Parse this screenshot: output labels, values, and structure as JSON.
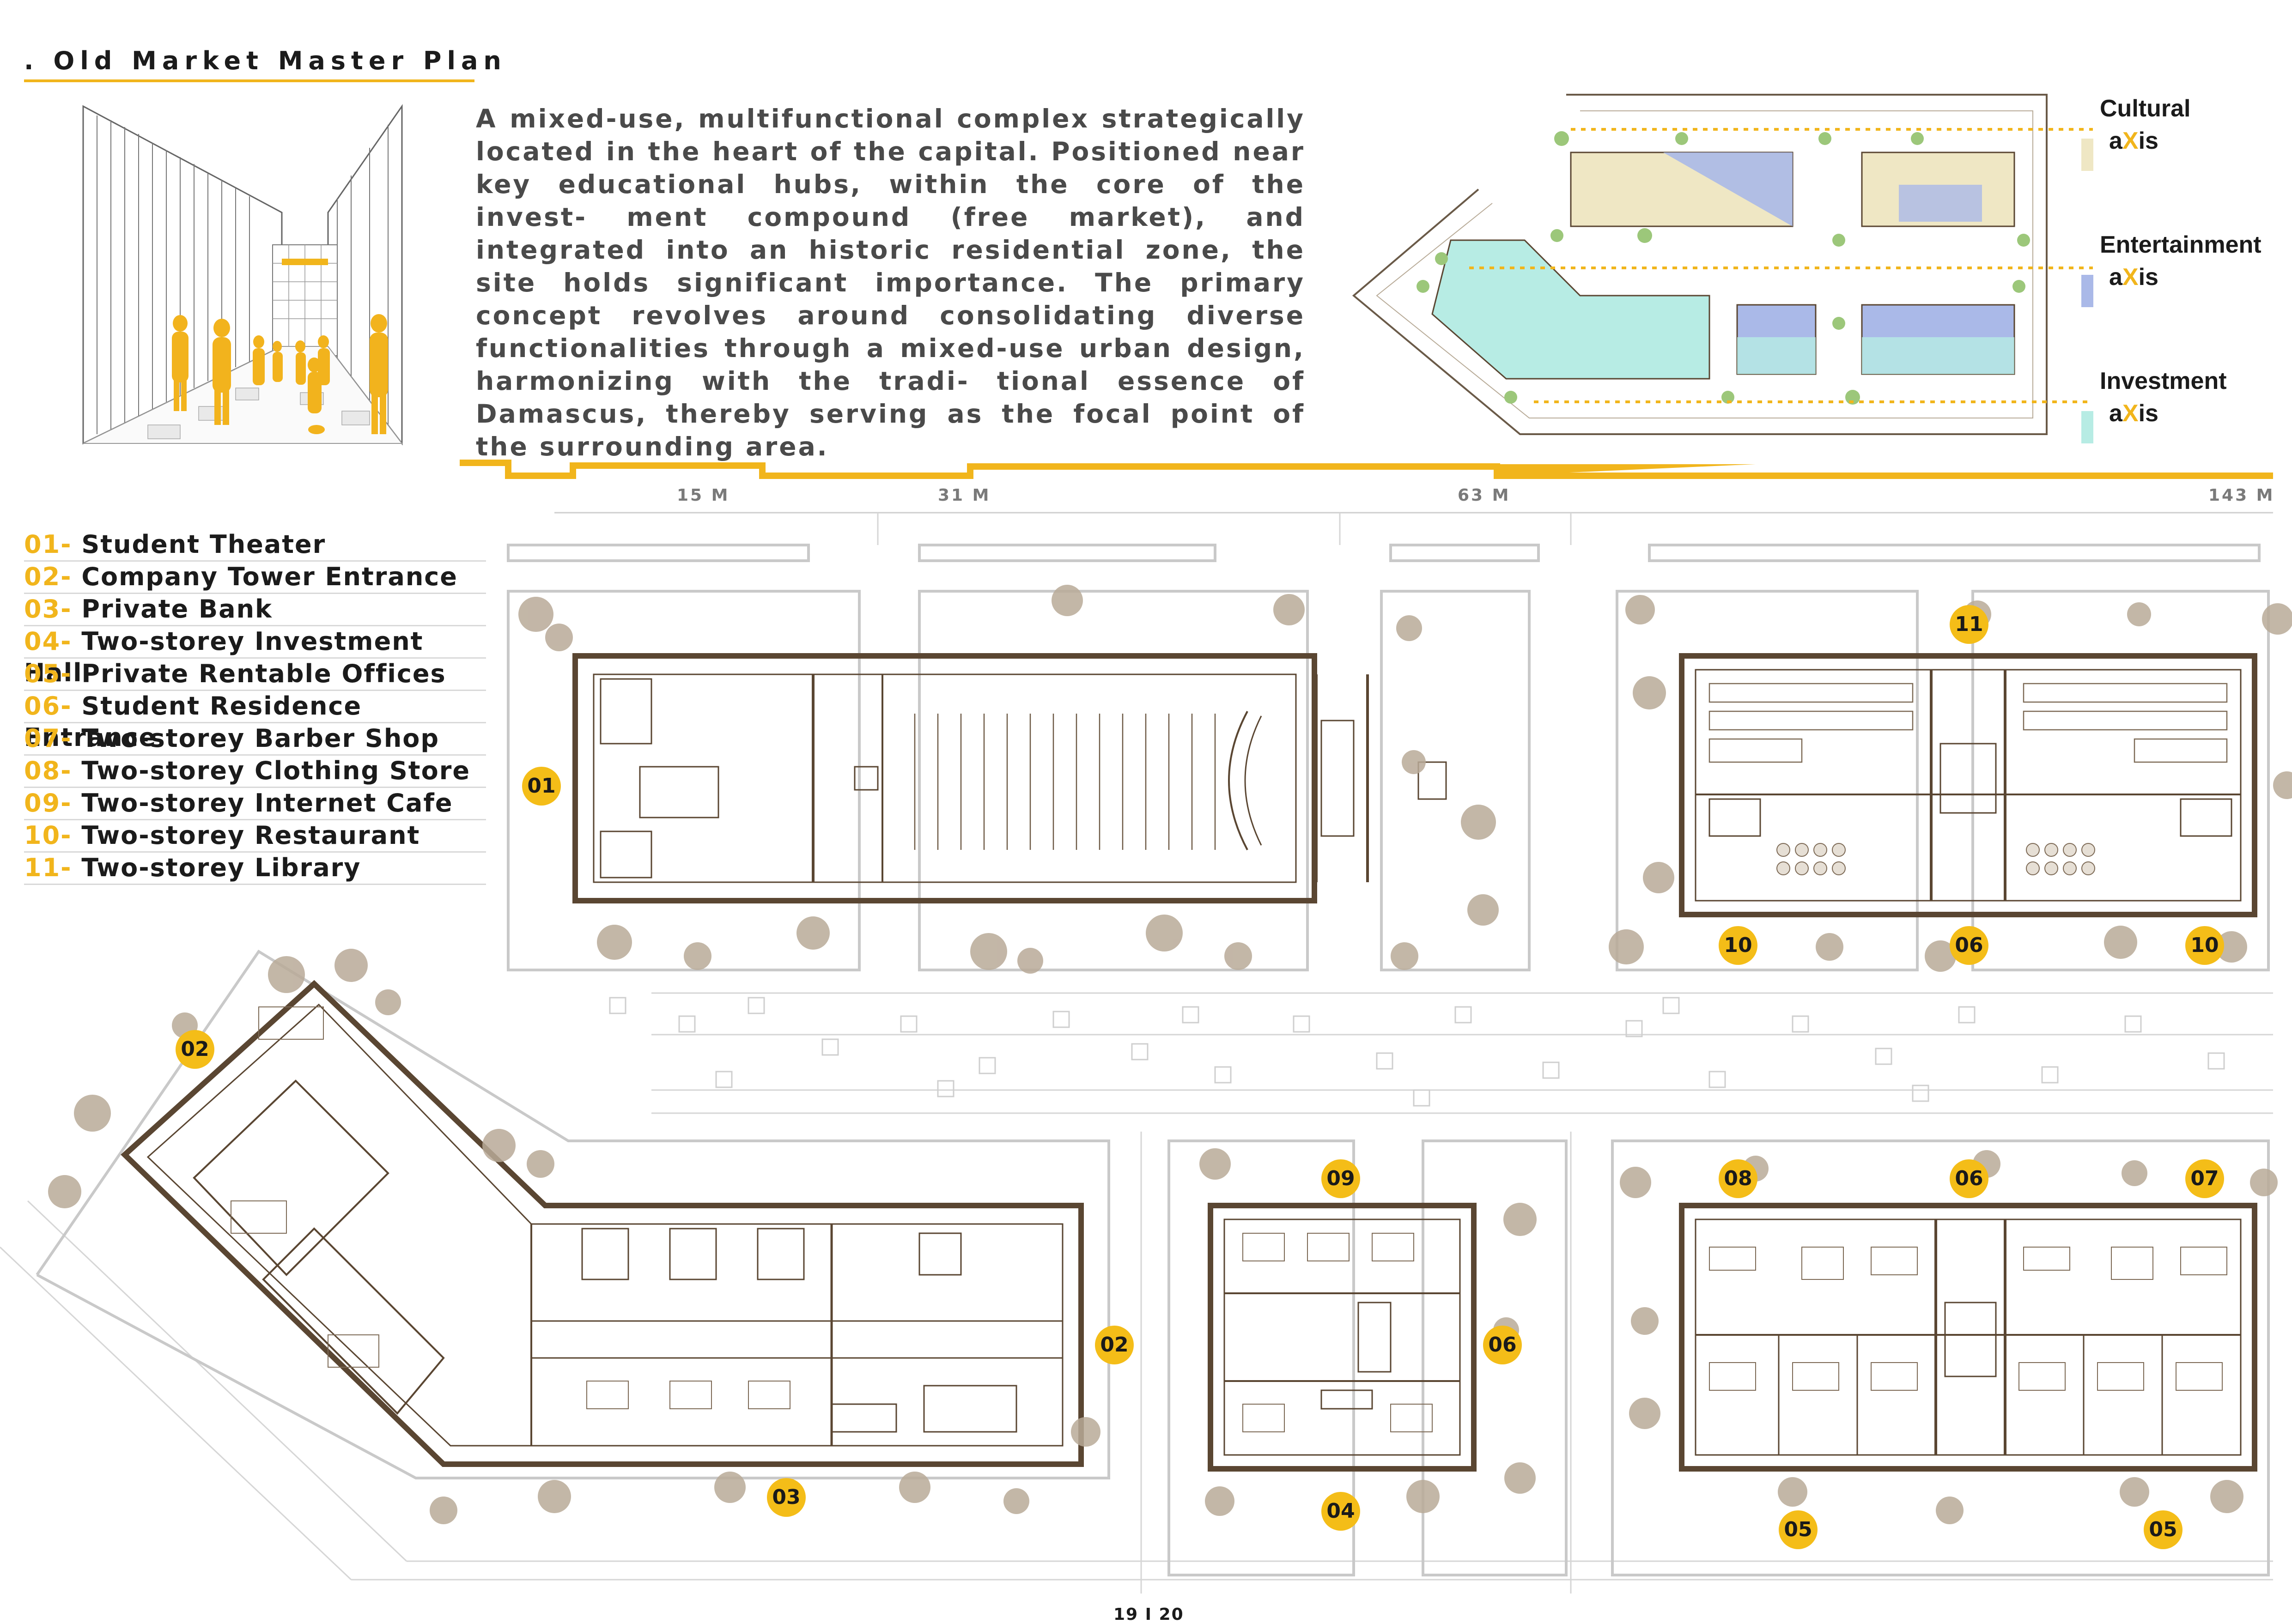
{
  "header": {
    "title": ". Old Market Master Plan",
    "description": "A mixed-use, multifunctional complex strategically located in the heart of the capital. Positioned near key educational hubs, within the core of the invest- ment compound (free market), and integrated into an historic residential zone, the site holds significant importance. The primary concept revolves around consolidating diverse functionalities through a mixed-use urban design, harmonizing with the tradi- tional essence of Damascus, thereby serving as the focal point of the surrounding area."
  },
  "axes_legend": [
    {
      "name": "Cultural",
      "suffix_a": "a",
      "suffix_x": "X",
      "suffix_is": "is",
      "color": "#efe7c4"
    },
    {
      "name": "Entertainment",
      "suffix_a": "a",
      "suffix_x": "X",
      "suffix_is": "is",
      "color": "#aab9e8"
    },
    {
      "name": "Investment",
      "suffix_a": "a",
      "suffix_x": "X",
      "suffix_is": "is",
      "color": "#b7ece4"
    }
  ],
  "scale_bar": [
    "15 M",
    "31 M",
    "63 M",
    "143 M"
  ],
  "legend": [
    {
      "num": "01-",
      "label": "Student Theater"
    },
    {
      "num": "02-",
      "label": "Company Tower Entrance"
    },
    {
      "num": "03-",
      "label": "Private Bank"
    },
    {
      "num": "04-",
      "label": "Two-storey Investment Hall"
    },
    {
      "num": "05-",
      "label": "Private Rentable Offices"
    },
    {
      "num": "06-",
      "label": "Student Residence Entrance"
    },
    {
      "num": "07-",
      "label": "Two-storey Barber Shop"
    },
    {
      "num": "08-",
      "label": "Two-storey Clothing Store"
    },
    {
      "num": "09-",
      "label": "Two-storey Internet Cafe"
    },
    {
      "num": "10-",
      "label": "Two-storey Restaurant"
    },
    {
      "num": "11-",
      "label": "Two-storey Library"
    }
  ],
  "badges": [
    "01",
    "02",
    "02",
    "03",
    "04",
    "09",
    "06",
    "08",
    "06",
    "07",
    "05",
    "05",
    "11",
    "10",
    "06",
    "10"
  ],
  "colors": {
    "accent": "#f1b51c",
    "wall": "#5a4632",
    "tree": "#b9aa98"
  },
  "page_number": "19 I 20"
}
